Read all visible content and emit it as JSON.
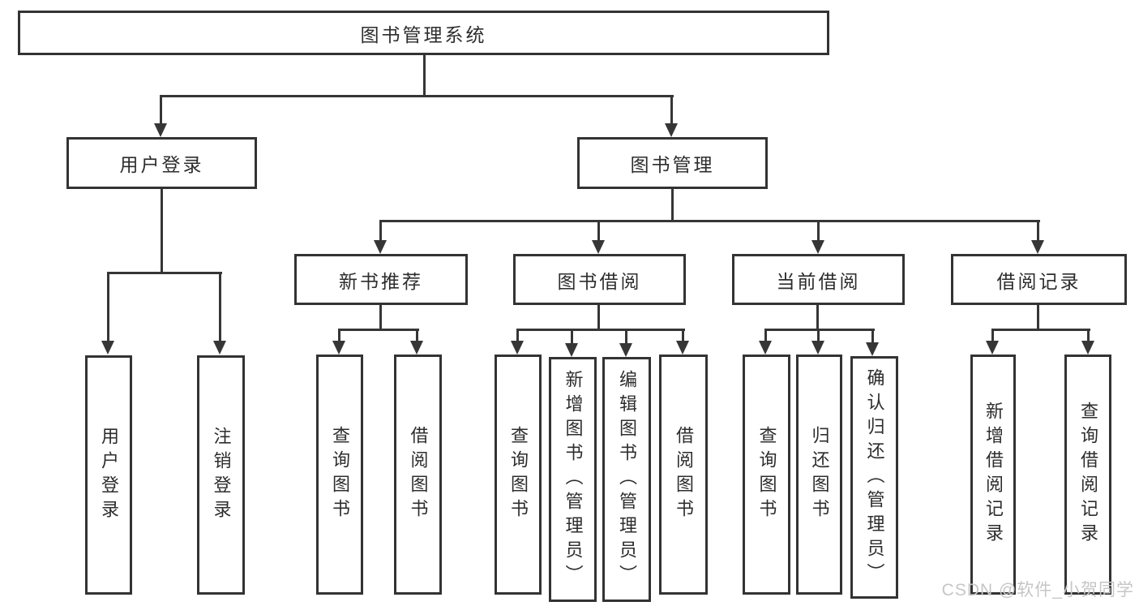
{
  "diagram": {
    "root": "图书管理系统",
    "level2": [
      "用户登录",
      "图书管理"
    ],
    "level3": [
      "新书推荐",
      "图书借阅",
      "当前借阅",
      "借阅记录"
    ],
    "leaves": [
      "用户登录",
      "注销登录",
      "查询图书",
      "借阅图书",
      "查询图书",
      "新增图书（管理员）",
      "编辑图书（管理员）",
      "借阅图书",
      "查询图书",
      "归还图书",
      "确认归还（管理员）",
      "新增借阅记录",
      "查询借阅记录"
    ]
  },
  "watermark": "CSDN @软件_小贺同学",
  "colors": {
    "line": "#363636",
    "border": "#333333",
    "text": "#2d2d2d",
    "watermark": "#c6c6c6",
    "background": "#ffffff"
  }
}
